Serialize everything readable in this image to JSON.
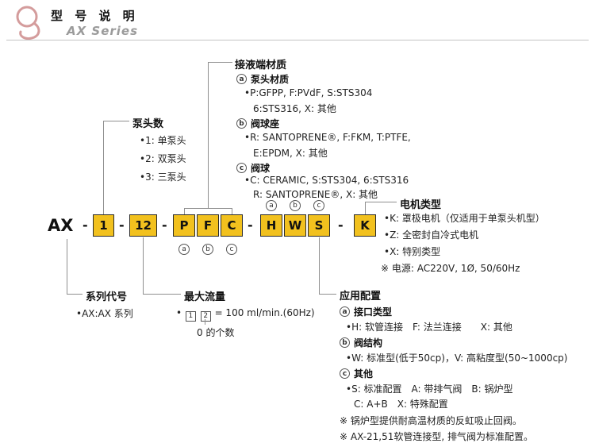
{
  "header": {
    "title": "型 号 说 明",
    "subtitle": "AX Series"
  },
  "markers": {
    "a": "a",
    "b": "b",
    "c": "c"
  },
  "model_code": {
    "prefix": "AX",
    "dash": "-",
    "seg_heads": "1",
    "seg_flow": "12",
    "seg_head_material": "P",
    "seg_valve_seat": "F",
    "seg_valve_ball": "C",
    "seg_port": "H",
    "seg_valve_structure": "W",
    "seg_config": "S",
    "seg_motor": "K"
  },
  "sections": {
    "pump_heads": {
      "title": "泵头数",
      "items": [
        "•1: 单泵头",
        "•2: 双泵头",
        "•3: 三泵头"
      ]
    },
    "wetted": {
      "title": "接液端材质",
      "group_a_label": "泵头材质",
      "group_a_line1": "•P:GFPP, F:PVdF, S:STS304",
      "group_a_line2": "6:STS316, X: 其他",
      "group_b_label": "阀球座",
      "group_b_line1": "•R: SANTOPRENE®, F:FKM, T:PTFE,",
      "group_b_line2": "E:EPDM, X: 其他",
      "group_c_label": "阀球",
      "group_c_line1": "•C: CERAMIC, S:STS304, 6:STS316",
      "group_c_line2": "R: SANTOPRENE®, X: 其他"
    },
    "motor": {
      "title": "电机类型",
      "items": [
        "•K: 罩极电机（仅适用于单泵头机型）",
        "•Z: 全密封自冷式电机",
        "•X: 特别类型",
        "※ 电源: AC220V, 1Ø, 50/60Hz"
      ]
    },
    "series": {
      "title": "系列代号",
      "item": "•AX:AX 系列"
    },
    "flow": {
      "title": "最大流量",
      "bullet": "•",
      "digit1": "1",
      "digit2": "2",
      "formula": "= 100 ml/min.(60Hz)",
      "note": "0 的个数"
    },
    "application": {
      "title": "应用配置",
      "group_a_label": "接口类型",
      "group_a_line": "•H: 软管连接　F: 法兰连接　　X: 其他",
      "group_b_label": "阀结构",
      "group_b_line": "•W: 标准型(低于50cp)，V: 高粘度型(50~1000cp)",
      "group_c_label": "其他",
      "group_c_line1": "•S: 标准配置　A: 带排气阀　B: 锅炉型",
      "group_c_line2": "C: A+B　X: 特殊配置",
      "note1": "※ 锅炉型提供耐高温材质的反虹吸止回阀。",
      "note2": "※ AX-21,51软管连接型, 排气阀为标准配置。"
    }
  }
}
